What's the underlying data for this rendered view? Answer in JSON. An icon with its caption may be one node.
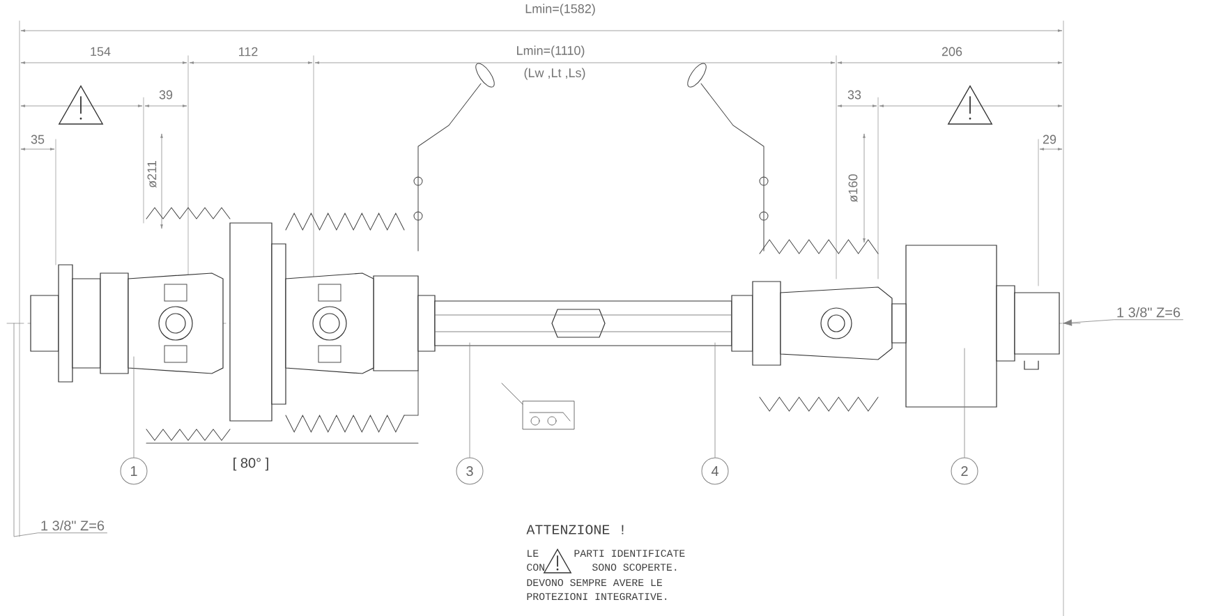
{
  "diagram": {
    "nodes": [
      {
        "text": [
          "1"
        ]
      },
      {
        "text": [
          "3"
        ]
      },
      {
        "text": [
          "4"
        ]
      },
      {
        "text": [
          "2"
        ]
      },
      {
        "text": [
          "1 3/8\" Z=6"
        ]
      },
      {
        "text": [
          "1 3/8\" Z=6"
        ]
      }
    ],
    "edges": [
      {
        "from": 0,
        "to": null,
        "arrow": "none"
      },
      {
        "from": 1,
        "to": null,
        "arrow": "none"
      },
      {
        "from": 2,
        "to": null,
        "arrow": "none"
      },
      {
        "from": 3,
        "to": null,
        "arrow": "none"
      },
      {
        "from": 4,
        "to": null,
        "arrow": "none"
      },
      {
        "from": 5,
        "to": null,
        "arrow": "to"
      }
    ],
    "labels": [
      "Lmin=(1582)",
      "154",
      "112",
      "Lmin=(1110)",
      "206",
      "(Lw ,Lt ,Ls)",
      "39",
      "33",
      "35",
      "29",
      "ø211",
      "ø160",
      "[ 80° ]",
      "ATTENZIONE !",
      "LE",
      "PARTI IDENTIFICATE",
      "CON",
      "SONO SCOPERTE.",
      "DEVONO SEMPRE AVERE LE",
      "PROTEZIONI INTEGRATIVE."
    ]
  }
}
